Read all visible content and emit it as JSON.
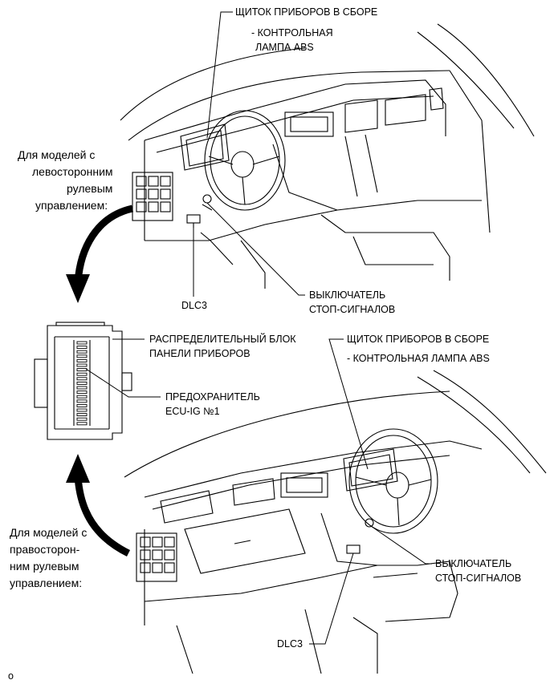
{
  "top_view": {
    "cluster_label": "ЩИТОК ПРИБОРОВ В СБОРЕ",
    "abs_lamp_line1": "- КОНТРОЛЬНАЯ",
    "abs_lamp_line2": "ЛАМПА ABS",
    "side_label": [
      "Для моделей с",
      "левосторонним",
      "рулевым",
      "управлением:"
    ],
    "dlc3_label": "DLC3",
    "stop_switch_line1": "ВЫКЛЮЧАТЕЛЬ",
    "stop_switch_line2": "СТОП-СИГНАЛОВ"
  },
  "junction_block": {
    "block_line1": "РАСПРЕДЕЛИТЕЛЬНЫЙ БЛОК",
    "block_line2": "ПАНЕЛИ ПРИБОРОВ",
    "fuse_line1": "ПРЕДОХРАНИТЕЛЬ",
    "fuse_line2": "ECU-IG №1"
  },
  "bottom_view": {
    "cluster_label": "ЩИТОК ПРИБОРОВ В СБОРЕ",
    "abs_lamp_label": "- КОНТРОЛЬНАЯ ЛАМПА ABS",
    "side_label": [
      "Для моделей с",
      "правосторон-",
      "ним рулевым",
      "управлением:"
    ],
    "stop_switch_line1": "ВЫКЛЮЧАТЕЛЬ",
    "stop_switch_line2": "СТОП-СИГНАЛОВ",
    "dlc3_label": "DLC3"
  },
  "footer_mark": "o"
}
